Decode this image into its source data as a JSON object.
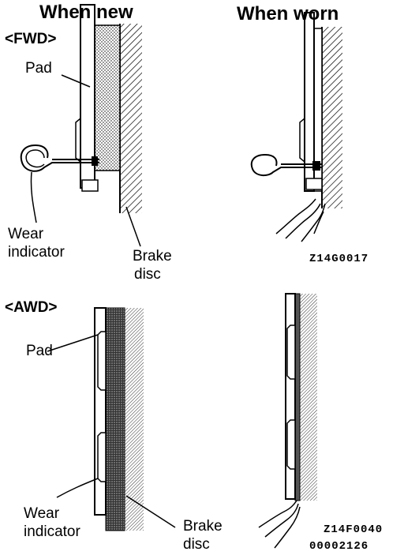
{
  "headers": {
    "when_new": "When new",
    "when_worn": "When worn"
  },
  "fwd": {
    "section": "<FWD>",
    "pad": "Pad",
    "wear_indicator_1": "Wear",
    "wear_indicator_2": "indicator",
    "brake_disc_1": "Brake",
    "brake_disc_2": "disc",
    "figure_code": "Z14G0017"
  },
  "awd": {
    "section": "<AWD>",
    "pad": "Pad",
    "wear_indicator_1": "Wear",
    "wear_indicator_2": "indicator",
    "brake_disc_1": "Brake",
    "brake_disc_2": "disc",
    "figure_code": "Z14F0040",
    "doc_code": "00002126"
  },
  "colors": {
    "ink": "#000000",
    "paper": "#ffffff"
  }
}
